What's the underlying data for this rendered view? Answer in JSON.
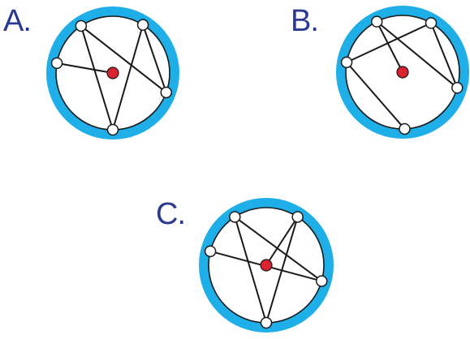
{
  "colors": {
    "ring": "#1eaee8",
    "line": "#1a1a1a",
    "center_dot": "#d9232e",
    "vertex_fill": "#ffffff",
    "label": "#2b3990"
  },
  "options": [
    {
      "label": "A.",
      "vertex_angles_deg": [
        -124,
        -58,
        20,
        90,
        190
      ],
      "edges": [
        [
          0,
          3
        ],
        [
          0,
          2
        ],
        [
          1,
          3
        ],
        [
          1,
          2
        ],
        [
          4,
          "center"
        ]
      ]
    },
    {
      "label": "B.",
      "vertex_angles_deg": [
        -117,
        -60,
        16,
        88,
        190
      ],
      "edges": [
        [
          0,
          "center"
        ],
        [
          0,
          2
        ],
        [
          1,
          2
        ],
        [
          1,
          4
        ],
        [
          4,
          3
        ]
      ]
    },
    {
      "label": "C.",
      "vertex_angles_deg": [
        -123,
        -57,
        16,
        90,
        194
      ],
      "edges": [
        [
          0,
          2
        ],
        [
          0,
          3
        ],
        [
          1,
          "center"
        ],
        [
          1,
          3
        ],
        [
          4,
          2
        ]
      ]
    }
  ]
}
